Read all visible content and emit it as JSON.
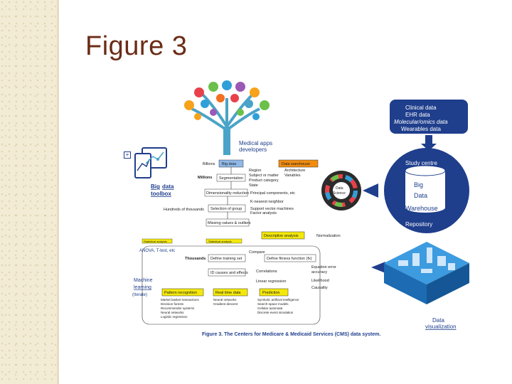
{
  "slide": {
    "title": "Figure 3"
  },
  "figure": {
    "caption": "Figure 3. The Centers for Medicare & Medicaid Services (CMS) data system.",
    "medical_apps": [
      "Medical apps",
      "developers"
    ],
    "big_data_toolbox": [
      "Big",
      "data",
      "toolbox"
    ],
    "anova": "ANOVA, T-test, etc",
    "machine_learning": [
      "Machine",
      "learning",
      "(Iterate)"
    ],
    "right_panel": {
      "sources": [
        "Clinical data",
        "EHR data",
        "Molecular/omics data",
        "Wearables data"
      ],
      "study_centre": "Study centre",
      "warehouse": [
        "Big",
        "Data",
        "Warehouse"
      ],
      "repository": "Repository",
      "data_visualization": [
        "Data",
        "visualization"
      ]
    },
    "wheel_label": [
      "Data",
      "Science"
    ],
    "flow": {
      "billions": "Billions",
      "big_data": "Big data",
      "data_warehouse": "Data warehouse",
      "millions": "Millions",
      "segmentation": "Segmentation",
      "region_lines": [
        "Region",
        "Subject or matter",
        "Product category",
        "State"
      ],
      "architecture": [
        "Architecture",
        "Variables"
      ],
      "dimensionality": "Dimensionality reduction",
      "principal": "Principal components, etc",
      "k_nearest": "K-nearest neighbor",
      "hundreds": "Hundreds of thousands",
      "selection": "Selection of group",
      "svm": [
        "Support vector machines",
        "Factor analysis"
      ],
      "missing": "Missing values & outliers",
      "descriptive": "Descriptive analysis",
      "normalization": "Normalization",
      "left_yellow": "Statistical analysis",
      "mid_yellow": "Statistical analysis",
      "thousands": "Thousands",
      "define_training": "Define training set",
      "compare": "Compare",
      "define_fitness": "Define fitness function (fx)",
      "id_causes": "ID causes and effects",
      "correlations": "Correlations",
      "linear_regression": "Linear regression",
      "eq_right": [
        "Equation error",
        "accuracy",
        "Likelihood",
        "Causality"
      ],
      "pattern_recognition": "Pattern recognition",
      "realtime": "Real time data",
      "prediction": "Prediction",
      "pattern_items": [
        "Market basket transactions",
        "Decision forests",
        "Recommender systems",
        "Neural networks",
        "Logistic regression"
      ],
      "realtime_items": [
        "Neural networks",
        "Gradient descent"
      ],
      "prediction_items": [
        "Symbolic artificial intelligence",
        "Search-space models",
        "Cellular automata",
        "Discrete event simulation"
      ]
    }
  },
  "colors": {
    "title": "#6b2c16",
    "caption": "#1f3e8c",
    "right_panel": "#1f3e8c",
    "highlight_yellow": "#f4e80b",
    "highlight_orange": "#f28c0f",
    "highlight_blue": "#8fb8e8"
  }
}
